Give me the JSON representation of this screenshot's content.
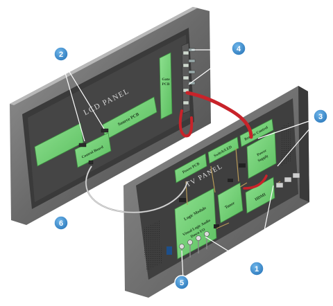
{
  "lcd_panel": {
    "title": "LCD PANEL",
    "source_pcb": "Source PCB",
    "gate_pcb_line1": "Gate",
    "gate_pcb_line2": "PCB",
    "control_board": "Control Board"
  },
  "tv_panel": {
    "title": "TV PANEL",
    "power_pcb": "Power PCB",
    "switch_led": "Switch/LED",
    "remote_control": "Remote Control",
    "power_supply_line1": "Power",
    "power_supply_line2": "Supply",
    "tuner": "Tuner",
    "hdmi": "HDMI",
    "logic_module": "Logic Module",
    "visual_logic_line1": "Visual Logic Audio",
    "visual_logic_line2": "Down I/O"
  },
  "callouts": [
    "1",
    "2",
    "3",
    "4",
    "5",
    "6"
  ],
  "colors": {
    "callout_blue": "#3a8fd0",
    "board_green": "#76d07a",
    "ribbon_red": "#c8232a",
    "frame_gray": "#6e6e6e",
    "screen_dark": "#3b3b3b"
  }
}
